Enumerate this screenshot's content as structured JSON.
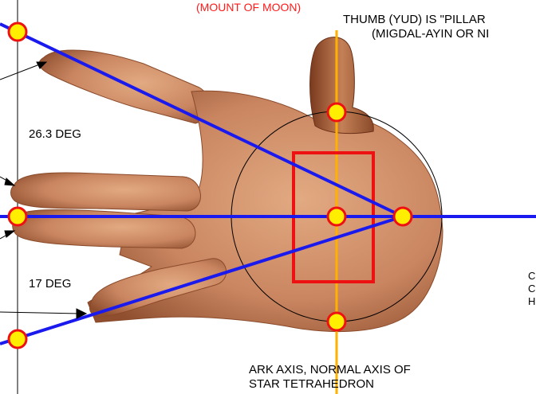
{
  "labels": {
    "mount_of_moon": "(MOUNT OF MOON)",
    "thumb_line1": "THUMB (YUD) IS \"PILLAR",
    "thumb_line2": "(MIGDAL-AYIN OR NI",
    "angle_upper": "26.3 DEG",
    "angle_lower": "17 DEG",
    "ark_axis_line1": "ARK AXIS, NORMAL AXIS OF",
    "ark_axis_line2": "STAR TETRAHEDRON",
    "right_edge_fragment_1": "C",
    "right_edge_fragment_2": "C",
    "right_edge_fragment_3": "H"
  },
  "colors": {
    "axis_blue": "#1a1aee",
    "ark_axis_orange": "#ffb000",
    "box_red": "#ee1111",
    "point_yellow": "#ffee00",
    "point_outline": "#ee1111",
    "label_red": "#ff1a1a",
    "skin": "#c9865e"
  },
  "angles_deg": [
    26.3,
    17
  ]
}
